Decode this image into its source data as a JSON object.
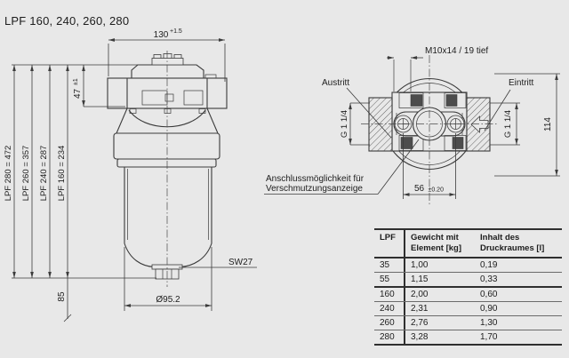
{
  "title": "LPF 160, 240, 260, 280",
  "front_view": {
    "width_dim": {
      "value": "130",
      "tolerance": "+1.5"
    },
    "head_height_dim": {
      "value": "47",
      "tolerance": "±1"
    },
    "height_dims": [
      "LPF 280 = 472",
      "LPF 260 = 357",
      "LPF 240 = 287",
      "LPF 160 = 234"
    ],
    "clearance_dim": "85",
    "bowl_diameter_dim": "Ø95.2",
    "wrench_label": "SW27"
  },
  "top_view": {
    "thread_label": "M10x14 / 19 tief",
    "outlet_label": "Austritt",
    "inlet_label": "Eintritt",
    "outlet_port_dim": "G 1 1/4",
    "inlet_port_dim": "G 1 1/4",
    "height_dim": "114",
    "hole_spacing_dim": {
      "value": "56",
      "tolerance": "±0.20"
    },
    "indicator_label_line1": "Anschlussmöglichkeit für",
    "indicator_label_line2": "Verschmutzungsanzeige"
  },
  "table": {
    "col_headers": [
      "LPF",
      "Gewicht mit Element [kg]",
      "Inhalt des Druckraumes [l]"
    ],
    "rows": [
      {
        "lpf": "35",
        "weight": "1,00",
        "volume": "0,19"
      },
      {
        "lpf": "55",
        "weight": "1,15",
        "volume": "0,33"
      },
      {
        "lpf": "160",
        "weight": "2,00",
        "volume": "0,60"
      },
      {
        "lpf": "240",
        "weight": "2,31",
        "volume": "0,90"
      },
      {
        "lpf": "260",
        "weight": "2,76",
        "volume": "1,30"
      },
      {
        "lpf": "280",
        "weight": "3,28",
        "volume": "1,70"
      }
    ]
  },
  "colors": {
    "background": "#e8e8e8",
    "line": "#3b3b3b",
    "text": "#1d1d1d",
    "dark_fill": "#4c4c4c"
  }
}
